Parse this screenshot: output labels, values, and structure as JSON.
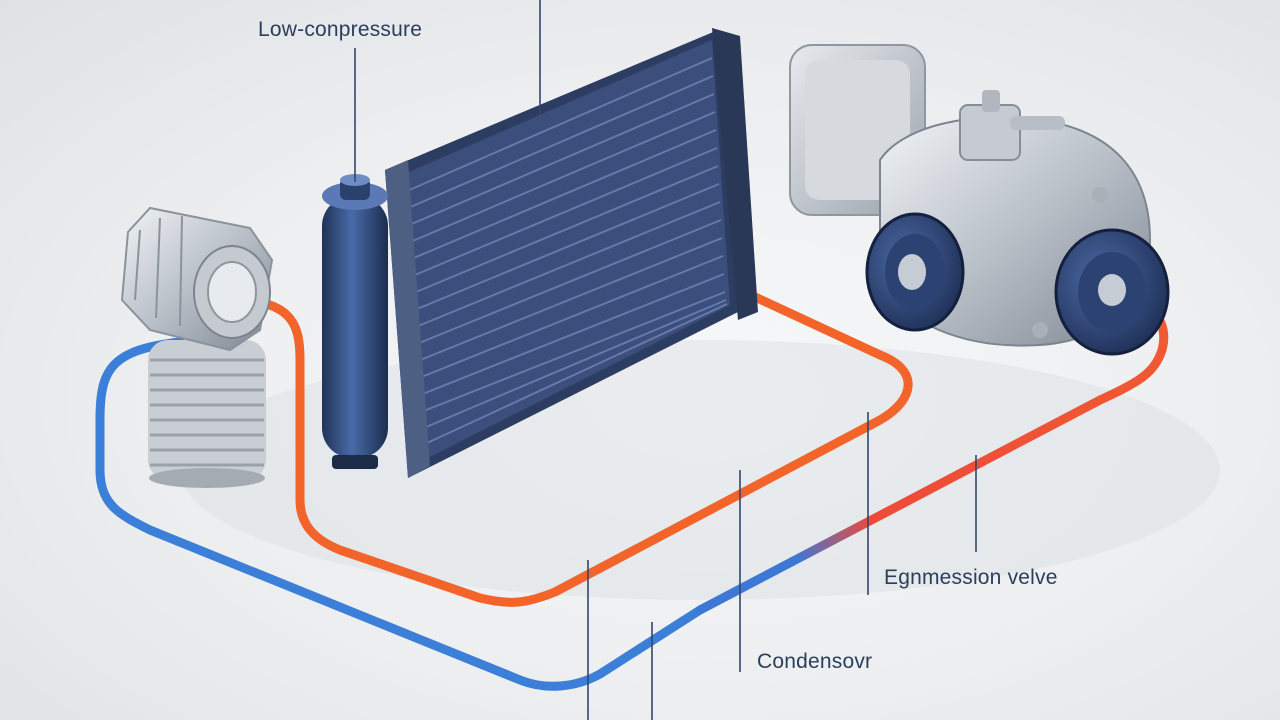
{
  "labels": {
    "top_left": "Low-conpressure",
    "right": "Egnmession velve",
    "bottom": "Condensovr"
  },
  "colors": {
    "hot_line": "#f2642a",
    "cold_line": "#3b7fd8",
    "condenser": "#3a4d79",
    "label_text": "#2b3e5a"
  }
}
